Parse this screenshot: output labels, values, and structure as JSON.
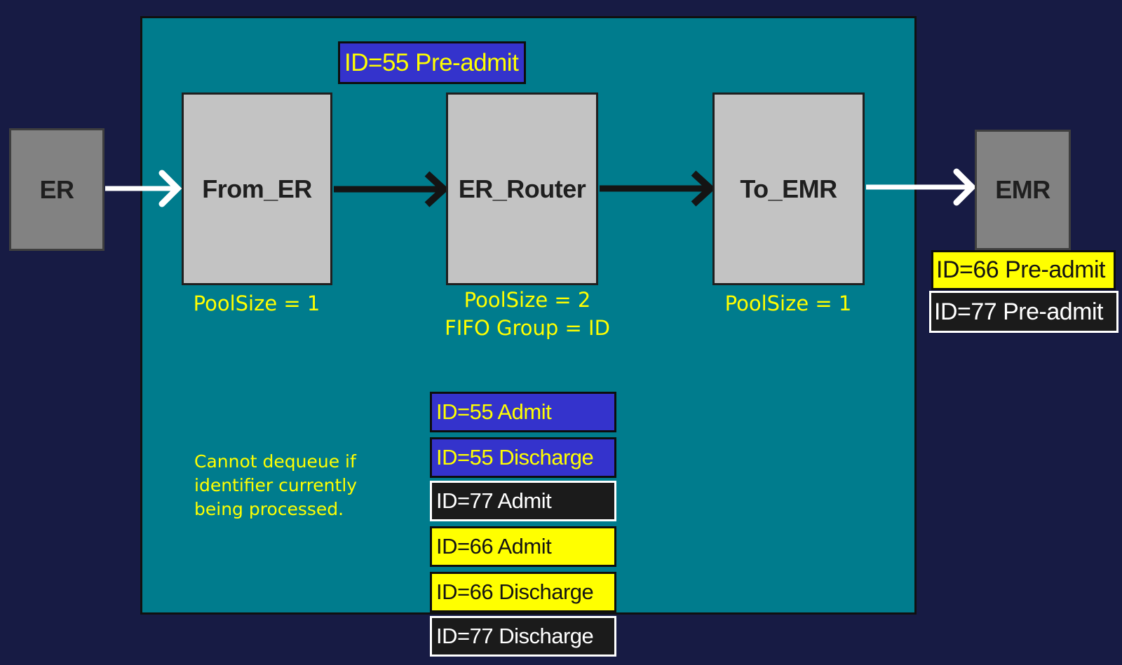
{
  "palette": {
    "background": "#171B44",
    "panel_fill": "#007C8D",
    "queue_node_fill": "#C3C3C3",
    "endpoint_fill": "#828282",
    "blue_message": "#3433CC",
    "yellow_message": "#FFFF00",
    "black_message": "#1B1B1B",
    "annotation_text": "#FFFF00"
  },
  "nodes": {
    "er": {
      "label": "ER"
    },
    "from_er": {
      "label": "From_ER",
      "pool": "PoolSize = 1"
    },
    "er_router": {
      "label": "ER_Router",
      "pool": "PoolSize = 2",
      "fifo": "FIFO Group = ID"
    },
    "to_emr": {
      "label": "To_EMR",
      "pool": "PoolSize = 1"
    },
    "emr": {
      "label": "EMR"
    }
  },
  "in_transit_message": {
    "label": "ID=55 Pre-admit",
    "style": "blue"
  },
  "delivered_messages": [
    {
      "label": "ID=66 Pre-admit",
      "style": "yellow"
    },
    {
      "label": "ID=77 Pre-admit",
      "style": "black"
    }
  ],
  "queued_messages": [
    {
      "label": "ID=55 Admit",
      "style": "blue"
    },
    {
      "label": "ID=55 Discharge",
      "style": "blue"
    },
    {
      "label": "ID=77 Admit",
      "style": "black"
    },
    {
      "label": "ID=66 Admit",
      "style": "yellow"
    },
    {
      "label": "ID=66 Discharge",
      "style": "yellow"
    },
    {
      "label": "ID=77 Discharge",
      "style": "black"
    }
  ],
  "note": {
    "lines": [
      "Cannot dequeue if",
      "identifier currently",
      "being processed."
    ]
  }
}
